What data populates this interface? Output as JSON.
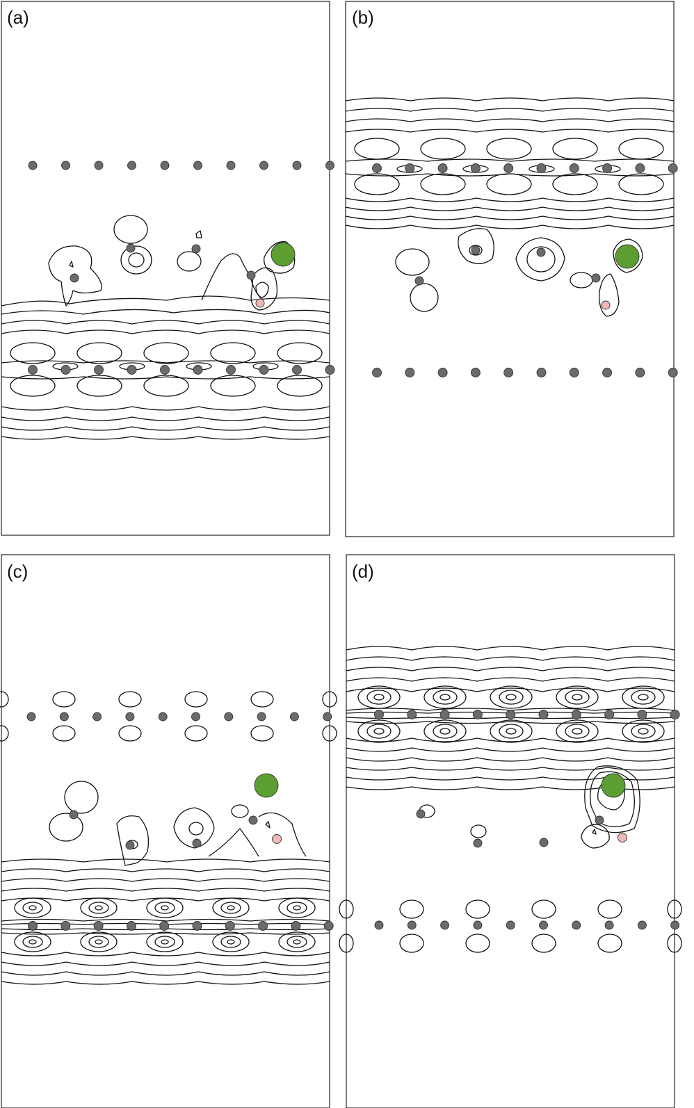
{
  "panels": [
    {
      "label": "(a)"
    },
    {
      "label": "(b)"
    },
    {
      "label": "(c)"
    },
    {
      "label": "(d)"
    }
  ],
  "colors": {
    "substrate_atom": "#6b6b6b",
    "large_atom": "#5c9e32",
    "small_atom": "#f0b7b7",
    "contour_line": "#111111",
    "frame": "#222222",
    "background": "#ffffff"
  }
}
